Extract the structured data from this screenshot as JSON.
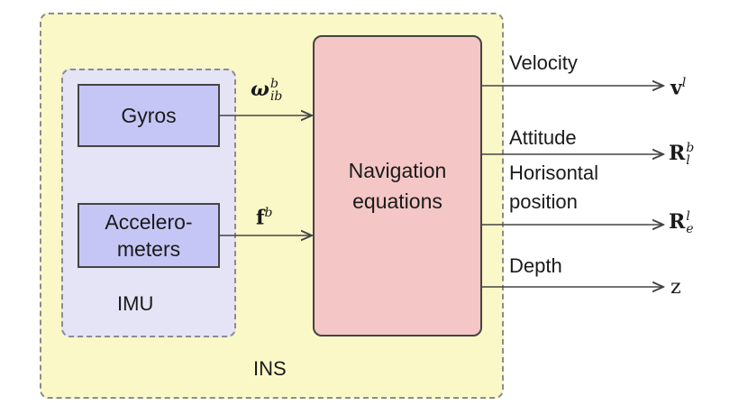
{
  "diagram": {
    "ins_label": "INS",
    "imu_label": "IMU",
    "gyros_label": "Gyros",
    "accel_label_line1": "Accelero-",
    "accel_label_line2": "meters",
    "nav_label_line1": "Navigation",
    "nav_label_line2": "equations",
    "inputs": {
      "omega_base": "ω",
      "omega_sup": "b",
      "omega_sub": "ib",
      "f_base": "f",
      "f_sup": "b"
    },
    "outputs": {
      "velocity": "Velocity",
      "attitude": "Attitude",
      "horisontal_1": "Horisontal",
      "horisontal_2": "position",
      "depth": "Depth",
      "v_base": "v",
      "v_sup": "l",
      "r1_base": "R",
      "r1_sup": "b",
      "r1_sub": "l",
      "r2_base": "R",
      "r2_sup": "l",
      "r2_sub": "e",
      "z": "z"
    },
    "colors": {
      "ins_fill": "#fbf8c8",
      "imu_fill": "#e4e4f6",
      "sensor_fill": "#c6c6f6",
      "nav_fill": "#f4c6c6",
      "line": "#444444"
    }
  }
}
